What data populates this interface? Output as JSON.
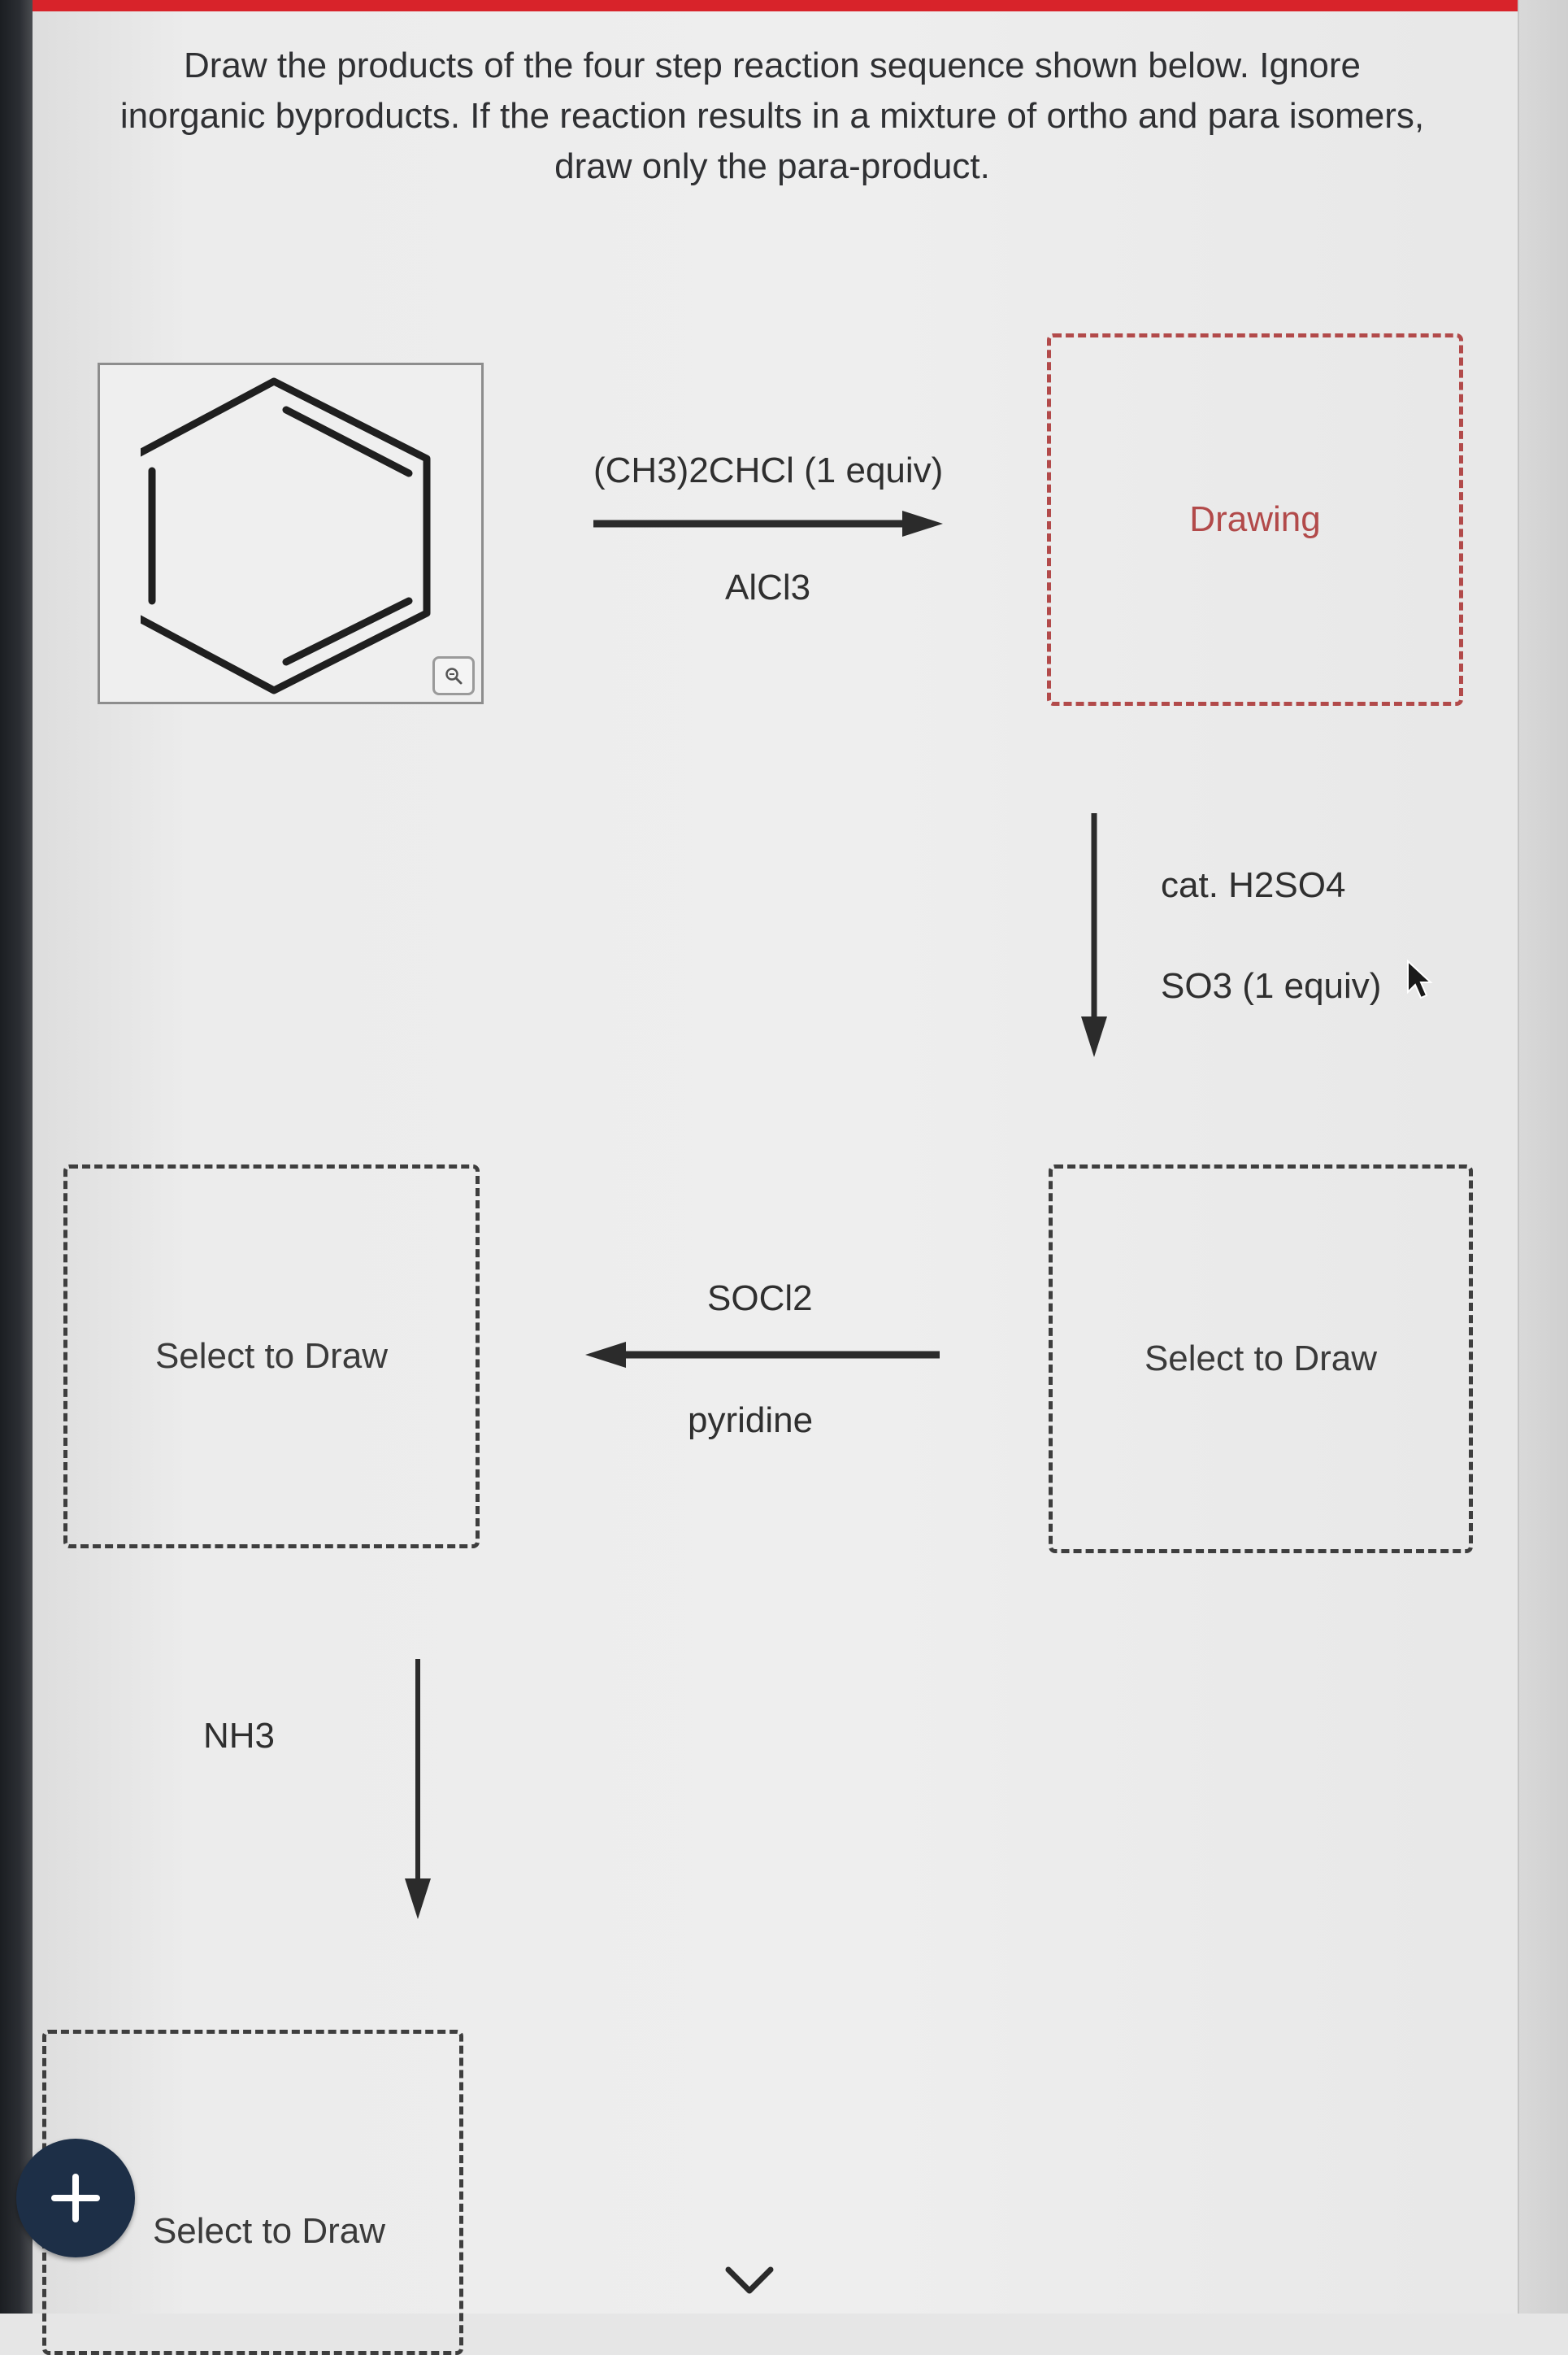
{
  "instructions": {
    "text": "Draw the products of the four step reaction sequence shown below. Ignore inorganic byproducts. If the reaction results in a mixture of ortho and para isomers, draw only the para-product."
  },
  "steps": [
    {
      "reagent_top": "(CH3)2CHCl (1 equiv)",
      "reagent_bottom": "AlCl3"
    },
    {
      "reagent_top": "cat. H2SO4",
      "reagent_bottom": "SO3 (1 equiv)"
    },
    {
      "reagent_top": "SOCl2",
      "reagent_bottom": "pyridine"
    },
    {
      "reagent_top": "NH3"
    }
  ],
  "product_boxes": [
    {
      "label": "Drawing",
      "state": "active"
    },
    {
      "label": "Select to Draw"
    },
    {
      "label": "Select to Draw"
    },
    {
      "label": "Select to Draw"
    }
  ],
  "starting_material": {
    "icons": [
      "benzene-structure",
      "zoom-icon"
    ]
  },
  "colors": {
    "accent_red": "#d8232a",
    "active_dash": "#b24a4a",
    "add_button": "#1d2f47"
  },
  "icons": [
    "plus-icon",
    "chevron-down-icon",
    "cursor-icon",
    "zoom-icon"
  ]
}
